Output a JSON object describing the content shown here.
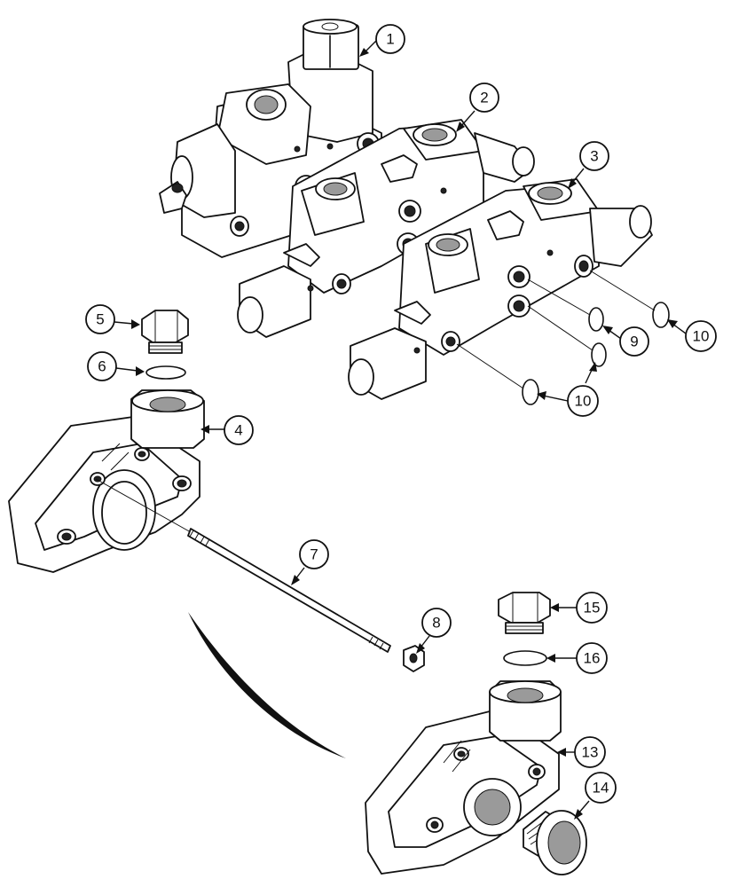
{
  "callouts": [
    {
      "id": "c1",
      "label": "1"
    },
    {
      "id": "c2",
      "label": "2"
    },
    {
      "id": "c3",
      "label": "3"
    },
    {
      "id": "c4",
      "label": "4"
    },
    {
      "id": "c5",
      "label": "5"
    },
    {
      "id": "c6",
      "label": "6"
    },
    {
      "id": "c7",
      "label": "7"
    },
    {
      "id": "c8",
      "label": "8"
    },
    {
      "id": "c9",
      "label": "9"
    },
    {
      "id": "c10a",
      "label": "10"
    },
    {
      "id": "c10b",
      "label": "10"
    },
    {
      "id": "c13",
      "label": "13"
    },
    {
      "id": "c14",
      "label": "14"
    },
    {
      "id": "c15",
      "label": "15"
    },
    {
      "id": "c16",
      "label": "16"
    }
  ]
}
